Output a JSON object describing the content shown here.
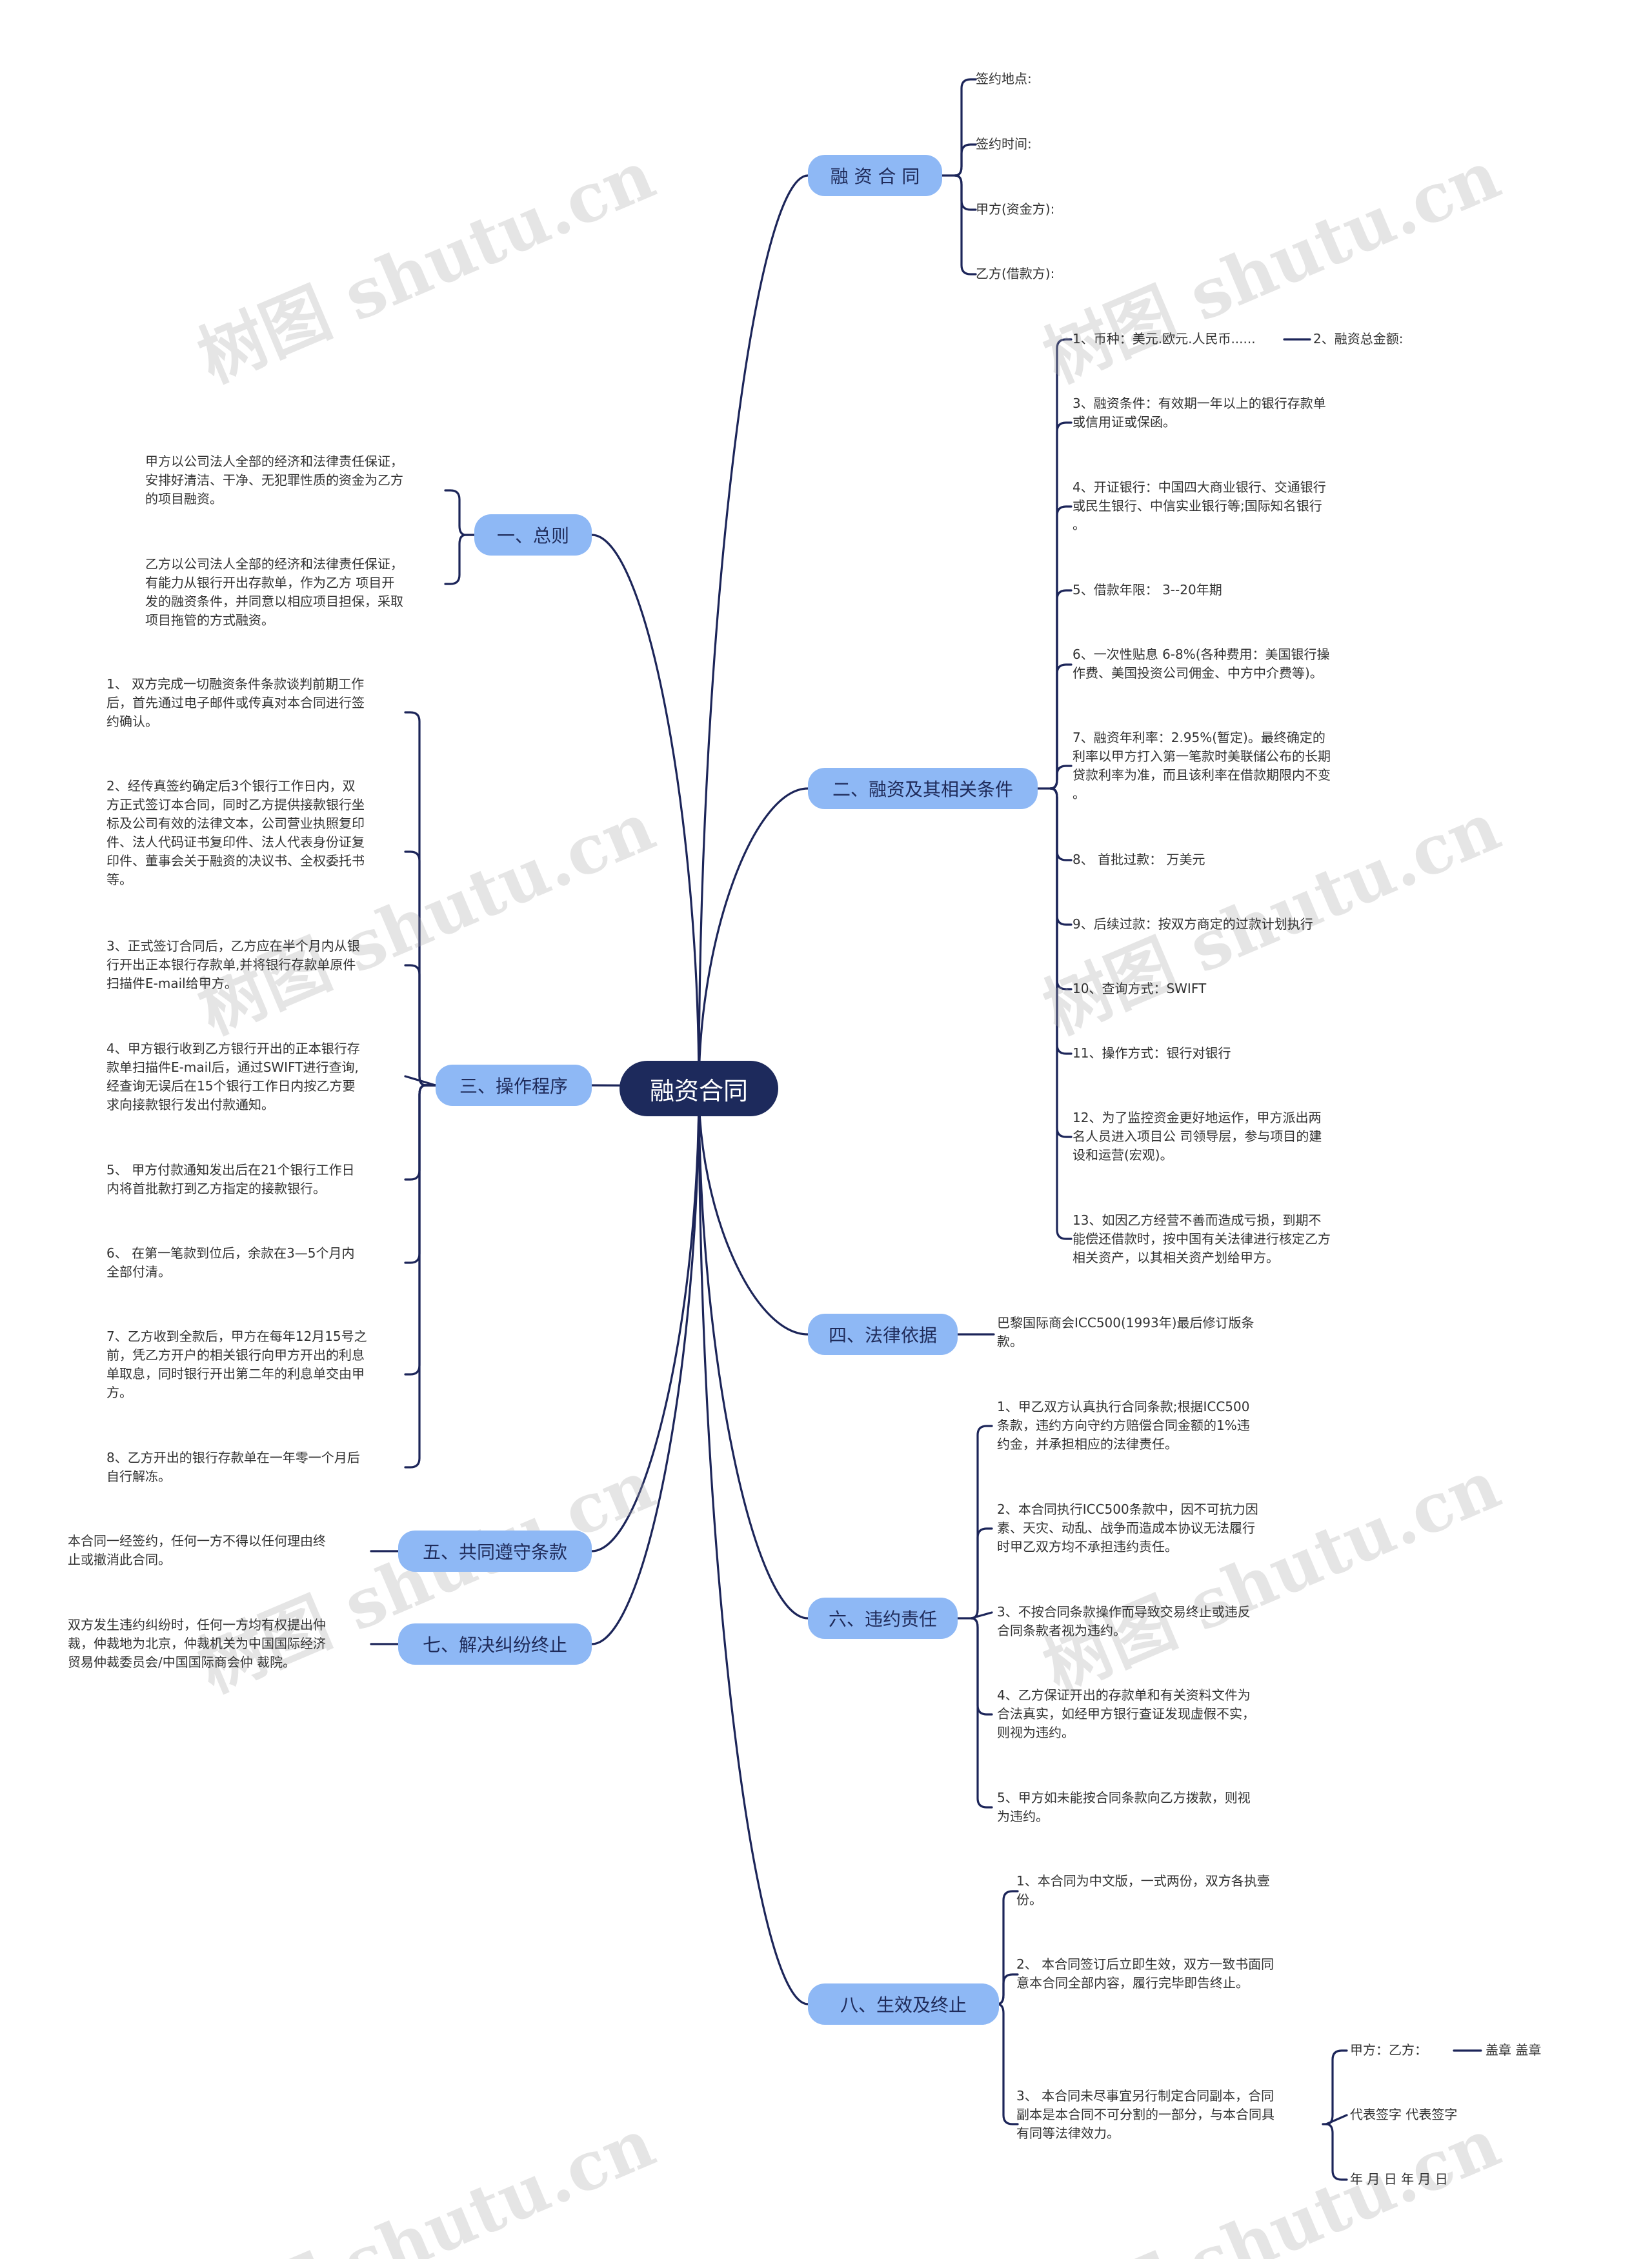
{
  "root": "融资合同",
  "watermark": "树图 shutu.cn",
  "branches": {
    "b0": "融 资 合 同",
    "b1": "一、总则",
    "b2": "二、融资及其相关条件",
    "b3": "三、操作程序",
    "b4": "四、法律依据",
    "b5": "五、共同遵守条款",
    "b6": "六、违约责任",
    "b7": "七、解决纠纷终止",
    "b8": "八、生效及终止"
  },
  "leaves": {
    "b0": [
      "签约地点:",
      "签约时间:",
      "甲方(资金方):",
      "乙方(借款方):"
    ],
    "b1": [
      "甲方以公司法人全部的经济和法律责任保证，\n安排好清洁、干净、无犯罪性质的资金为乙方\n的项目融资。",
      "乙方以公司法人全部的经济和法律责任保证，\n有能力从银行开出存款单，作为乙方 项目开\n发的融资条件，并同意以相应项目担保，采取\n项目拖管的方式融资。"
    ],
    "b2": [
      "1、币种：美元.欧元.人民币......",
      "3、融资条件：有效期一年以上的银行存款单\n或信用证或保函。",
      "4、开证银行：中国四大商业银行、交通银行\n或民生银行、中信实业银行等;国际知名银行\n。",
      "5、借款年限： 3--20年期",
      "6、一次性贴息 6-8%(各种费用：美国银行操\n作费、美国投资公司佣金、中方中介费等)。",
      "7、融资年利率：2.95%(暂定)。最终确定的\n利率以甲方打入第一笔款时美联储公布的长期\n贷款利率为准，而且该利率在借款期限内不变\n。",
      "8、 首批过款： 万美元",
      "9、后续过款：按双方商定的过款计划执行",
      "10、查询方式：SWIFT",
      "11、操作方式：银行对银行",
      "12、为了监控资金更好地运作，甲方派出两\n名人员进入项目公 司领导层，参与项目的建\n设和运营(宏观)。",
      "13、如因乙方经营不善而造成亏损，到期不\n能偿还借款时，按中国有关法律进行核定乙方\n相关资产，以其相关资产划给甲方。"
    ],
    "b2sub": "2、融资总金额:",
    "b3": [
      "1、 双方完成一切融资条件条款谈判前期工作\n后，首先通过电子邮件或传真对本合同进行签\n约确认。",
      "2、经传真签约确定后3个银行工作日内，双\n方正式签订本合同，同时乙方提供接款银行坐\n标及公司有效的法律文本，公司营业执照复印\n件、法人代码证书复印件、法人代表身份证复\n印件、董事会关于融资的决议书、全权委托书\n等。",
      "3、正式签订合同后，乙方应在半个月内从银\n行开出正本银行存款单,并将银行存款单原件\n扫描件E-mail给甲方。",
      "4、甲方银行收到乙方银行开出的正本银行存\n款单扫描件E-mail后，通过SWIFT进行查询,\n经查询无误后在15个银行工作日内按乙方要\n求向接款银行发出付款通知。",
      "5、 甲方付款通知发出后在21个银行工作日\n内将首批款打到乙方指定的接款银行。",
      "6、 在第一笔款到位后，余款在3—5个月内\n全部付清。",
      "7、乙方收到全款后，甲方在每年12月15号之\n前，凭乙方开户的相关银行向甲方开出的利息\n单取息，同时银行开出第二年的利息单交由甲\n方。",
      "8、乙方开出的银行存款单在一年零一个月后\n自行解冻。"
    ],
    "b4": [
      "巴黎国际商会ICC500(1993年)最后修订版条\n款。"
    ],
    "b5": [
      "本合同一经签约，任何一方不得以任何理由终\n止或撤消此合同。"
    ],
    "b6": [
      "1、甲乙双方认真执行合同条款;根据ICC500\n条款，违约方向守约方赔偿合同金额的1%违\n约金，并承担相应的法律责任。",
      "2、本合同执行ICC500条款中，因不可抗力因\n素、天灾、动乱、战争而造成本协议无法履行\n时甲乙双方均不承担违约责任。",
      "3、不按合同条款操作而导致交易终止或违反\n合同条款者视为违约。",
      "4、乙方保证开出的存款单和有关资料文件为\n合法真实，如经甲方银行查证发现虚假不实，\n则视为违约。",
      "5、甲方如未能按合同条款向乙方拨款，则视\n为违约。"
    ],
    "b7": [
      "双方发生违约纠纷时，任何一方均有权提出仲\n裁，仲裁地为北京，仲裁机关为中国国际经济\n贸易仲裁委员会/中国国际商会仲 裁院。"
    ],
    "b8": [
      "1、本合同为中文版，一式两份，双方各执壹\n份。",
      "2、 本合同签订后立即生效，双方一致书面同\n意本合同全部内容，履行完毕即告终止。",
      "3、 本合同未尽事宜另行制定合同副本，合同\n副本是本合同不可分割的一部分，与本合同具\n有同等法律效力。"
    ],
    "b8sub": [
      "甲方：乙方：",
      "代表签字          代表签字",
      "年 月 日        年 月 日"
    ],
    "b8subsub": "盖章               盖章"
  }
}
